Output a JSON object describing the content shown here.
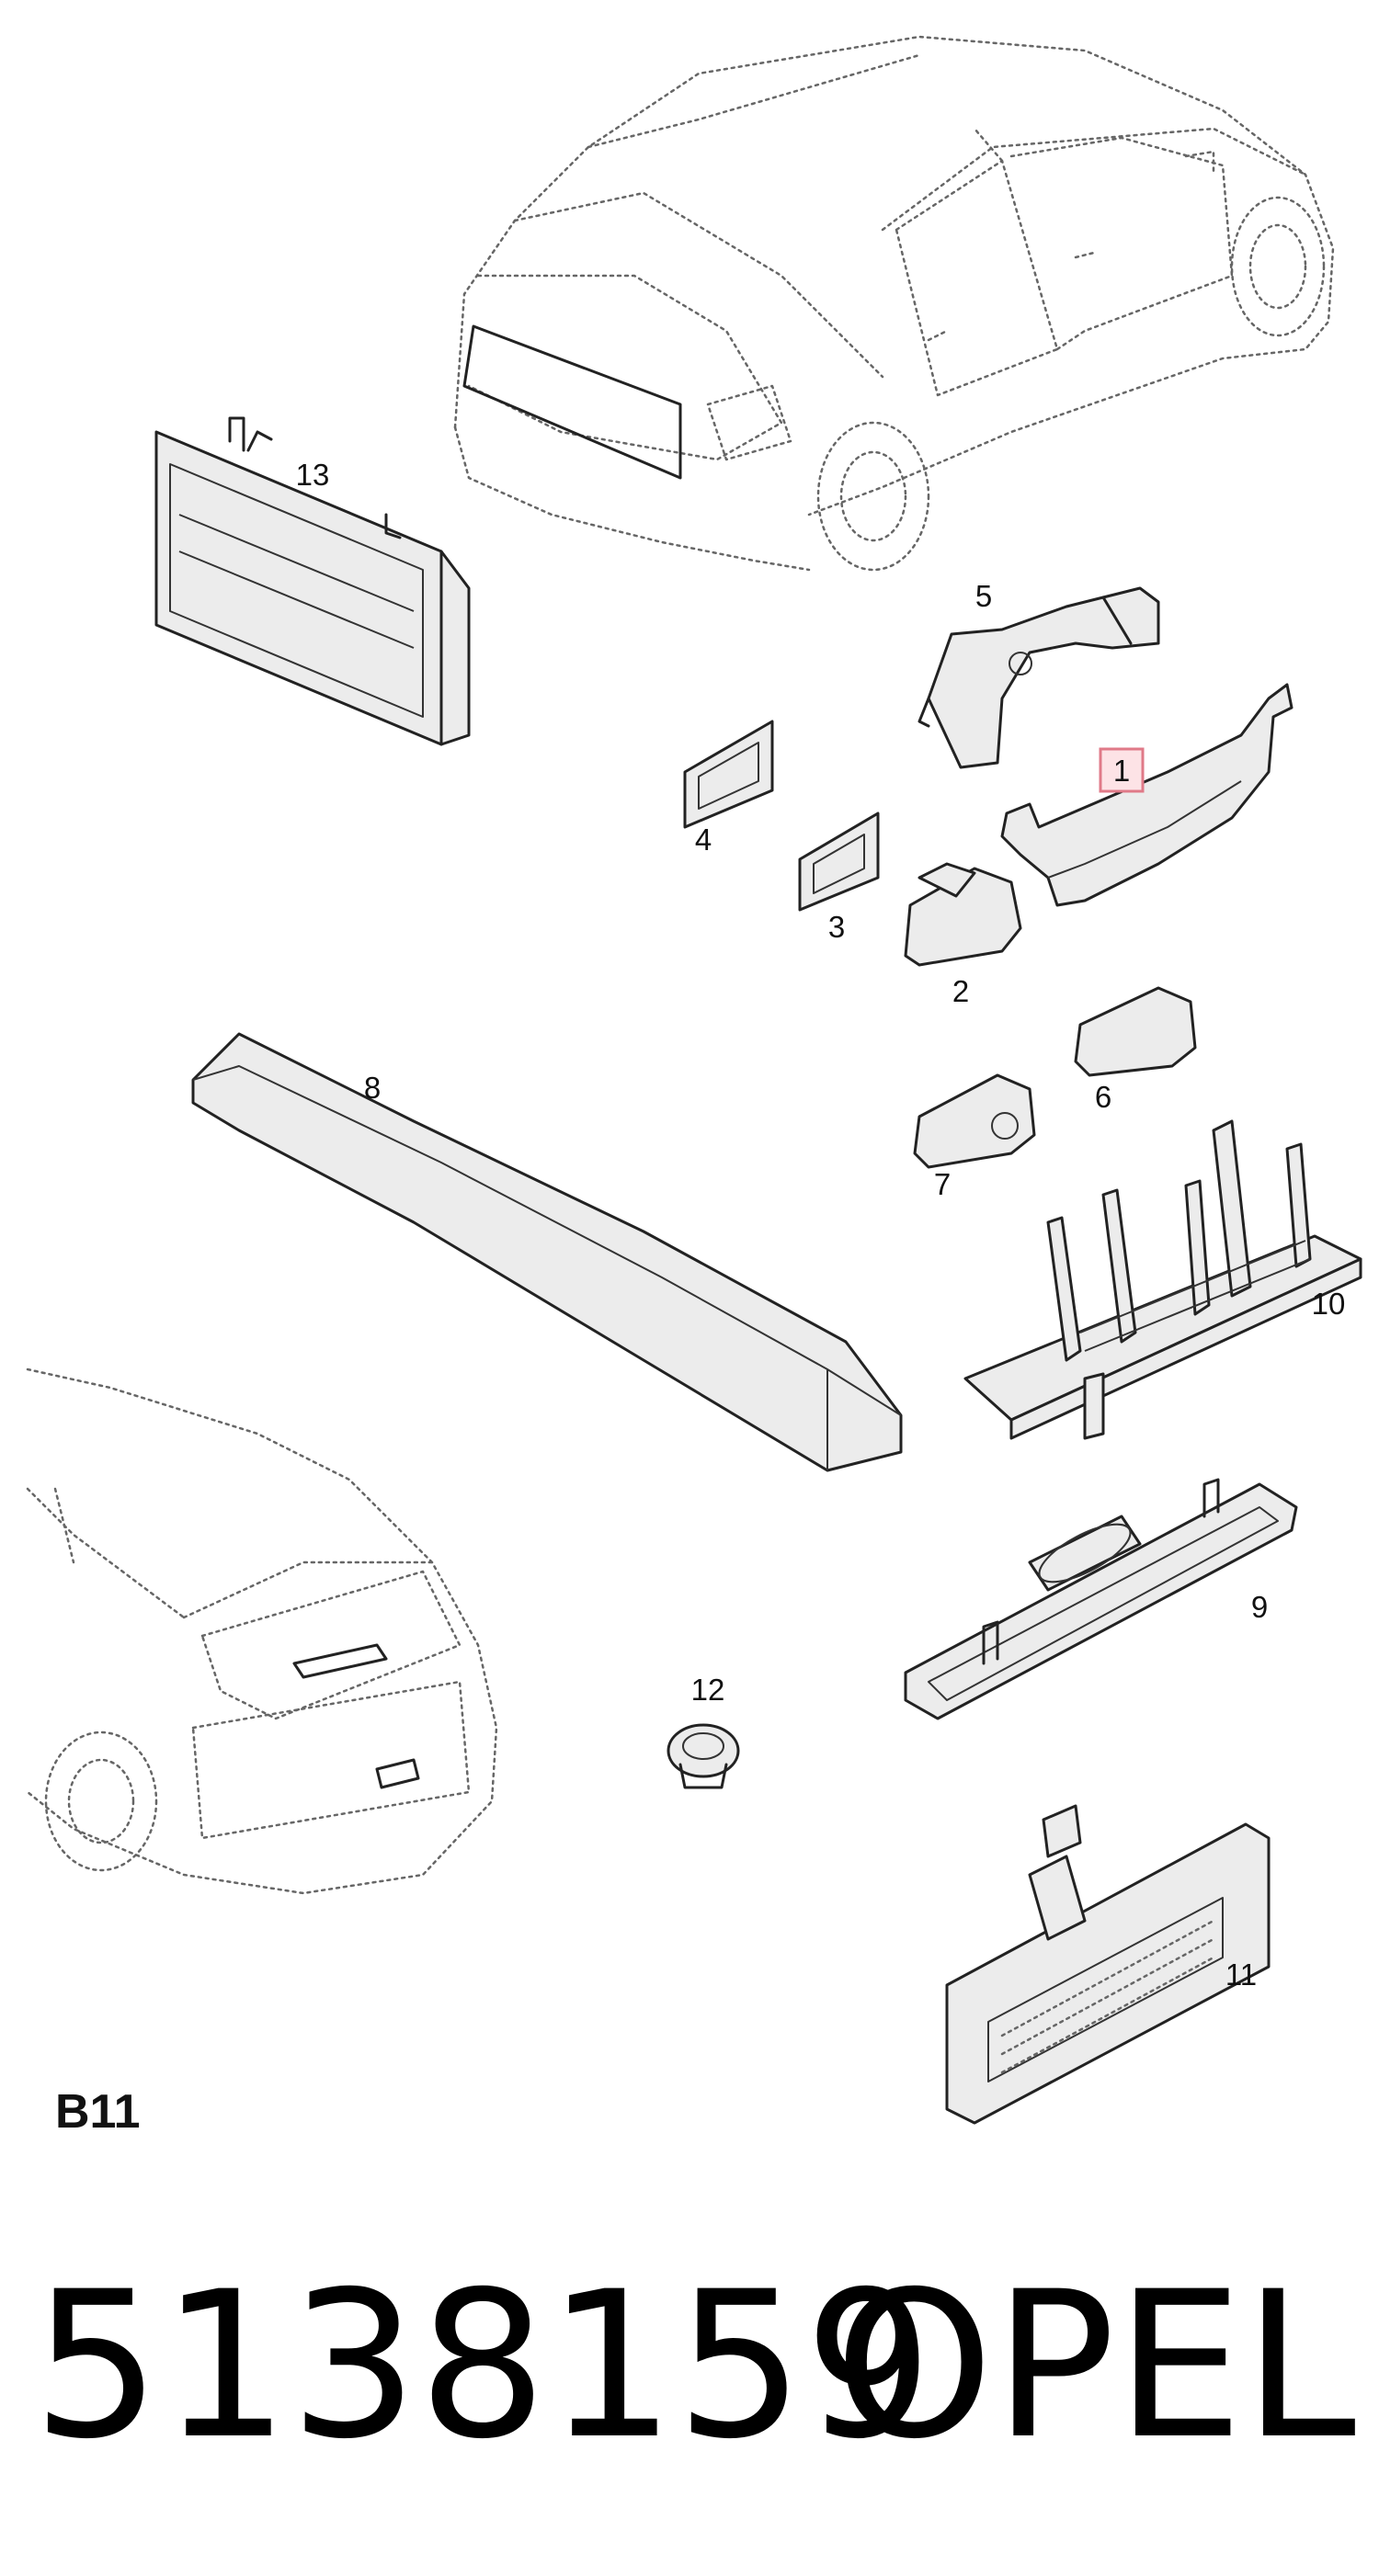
{
  "diagram": {
    "callouts": [
      "1",
      "2",
      "3",
      "4",
      "5",
      "6",
      "7",
      "8",
      "9",
      "10",
      "11",
      "12",
      "13"
    ],
    "highlighted_callout": "1",
    "section_code": "B11",
    "part_number": "5138159",
    "brand": "OPEL"
  },
  "colors": {
    "highlight_fill": "#fde3e6",
    "highlight_stroke": "#e07a88",
    "line": "#222222"
  }
}
